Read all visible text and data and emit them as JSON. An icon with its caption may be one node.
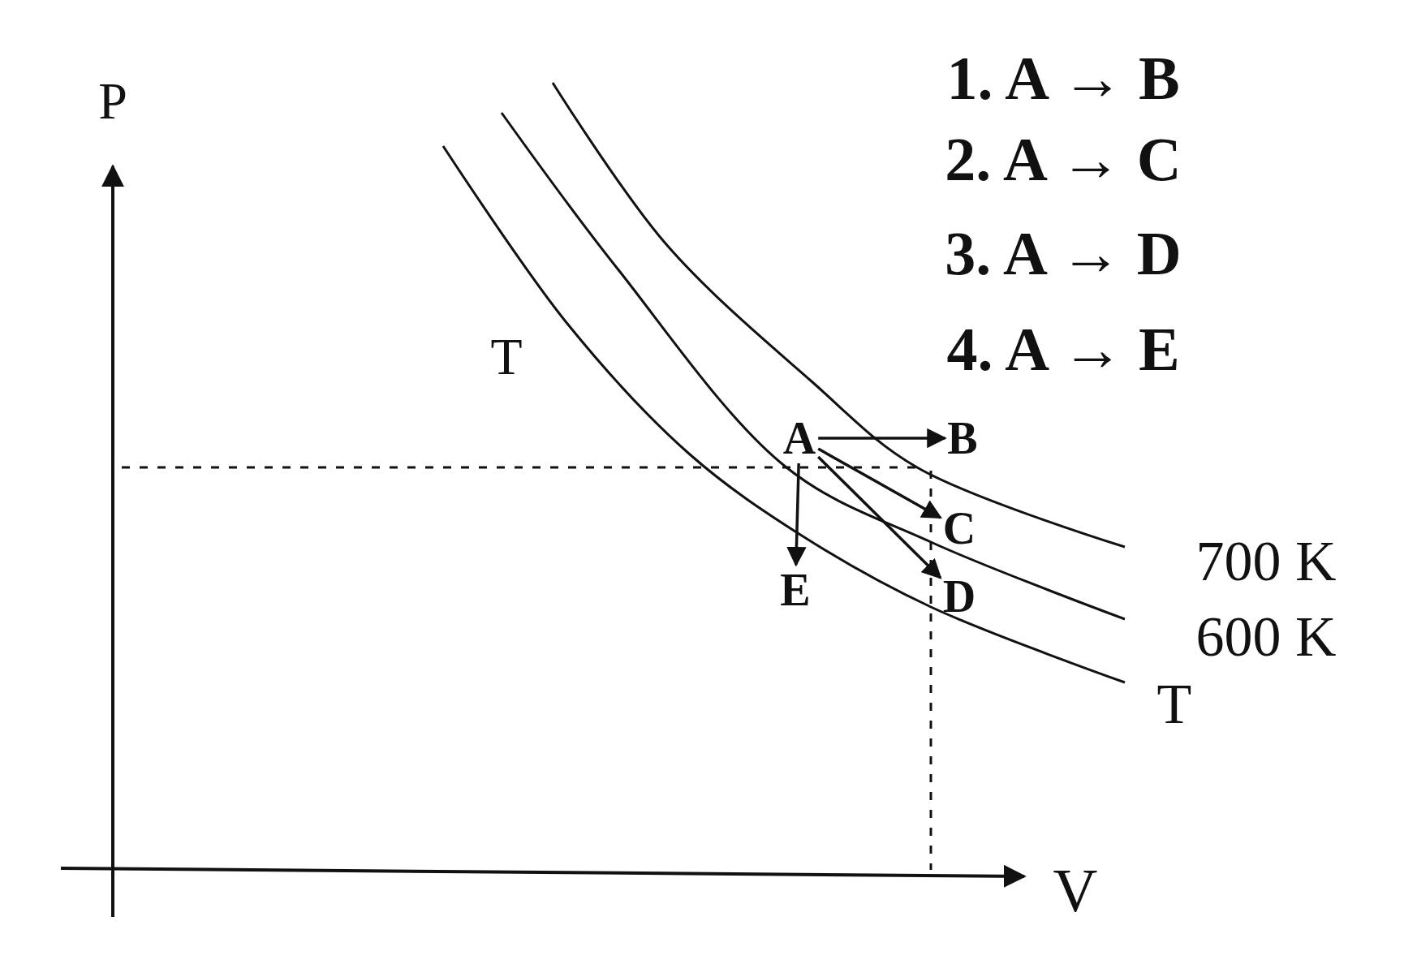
{
  "diagram": {
    "nodes": [
      {
        "text": [
          "A"
        ]
      },
      {
        "text": [
          "B"
        ]
      },
      {
        "text": [
          "C"
        ]
      },
      {
        "text": [
          "D"
        ]
      },
      {
        "text": [
          "E"
        ]
      }
    ],
    "edges": [
      {
        "from": 0,
        "to": 1,
        "arrow": "to"
      },
      {
        "from": 0,
        "to": 2,
        "arrow": "to"
      },
      {
        "from": 0,
        "to": 3,
        "arrow": "to"
      },
      {
        "from": 0,
        "to": 4,
        "arrow": "to"
      }
    ],
    "labels": [
      "1. A → B",
      "2. A → C",
      "3. A → D",
      "4. A → E",
      "P",
      "T",
      "700 K",
      "600 K",
      "T",
      "V"
    ]
  }
}
